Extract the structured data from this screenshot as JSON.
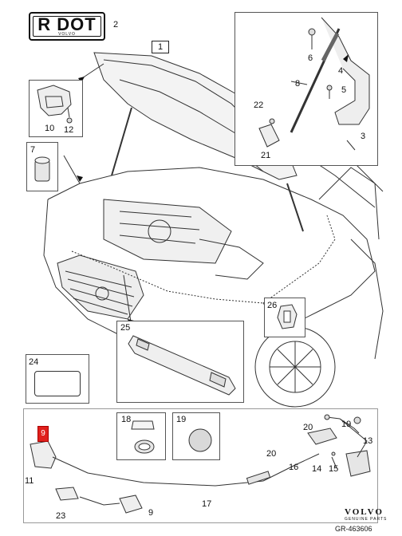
{
  "badge": {
    "title": "R DOT",
    "sub": "VOLVO"
  },
  "callouts": {
    "c1": "1",
    "c2": "2",
    "c3": "3",
    "c4": "4",
    "c5": "5",
    "c6": "6",
    "c7": "7",
    "c8": "8",
    "c9": "9",
    "c9b": "9",
    "c10": "10",
    "c11": "11",
    "c12": "12",
    "c13": "13",
    "c14": "14",
    "c15": "15",
    "c16": "16",
    "c17": "17",
    "c18": "18",
    "c19": "19",
    "c20": "20",
    "c20b": "20",
    "c21": "21",
    "c22": "22",
    "c23": "23",
    "c24": "24",
    "c25": "25",
    "c26": "26"
  },
  "brand": {
    "name": "VOLVO",
    "sub": "GENUINE PARTS",
    "ref": "GR-463606"
  }
}
